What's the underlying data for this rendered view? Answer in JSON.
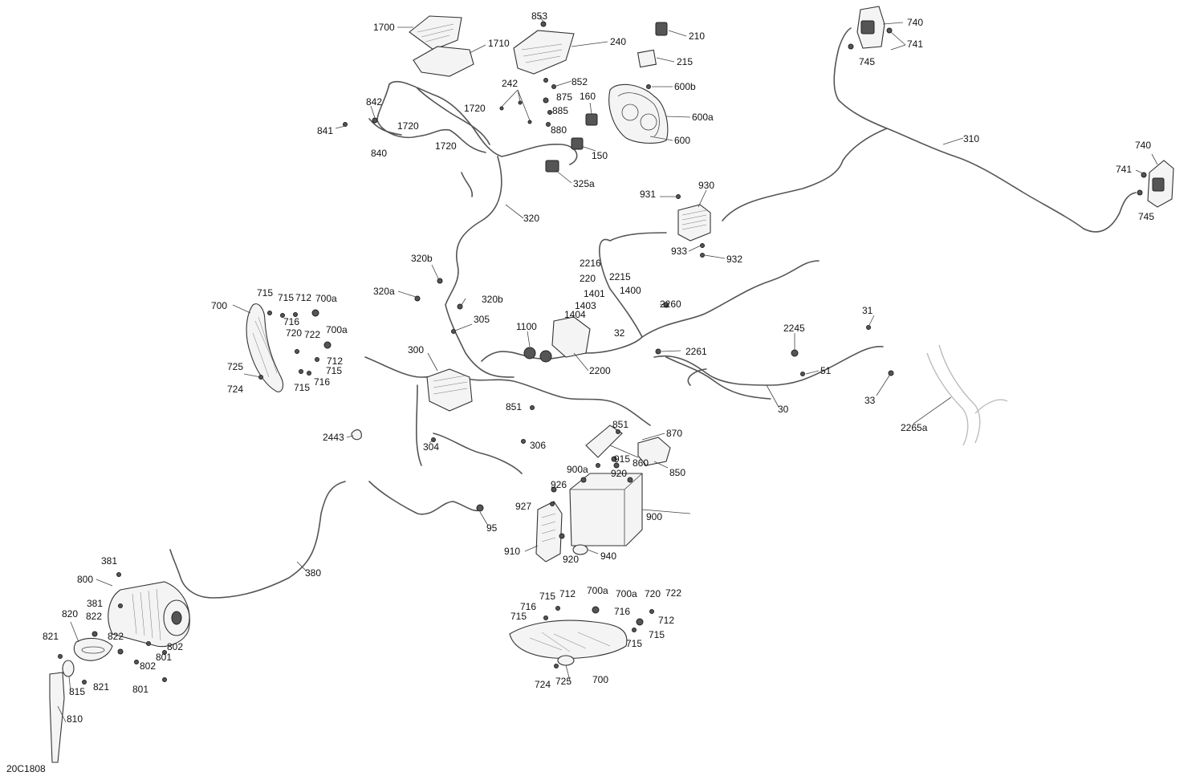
{
  "figure_code": "20C1808",
  "labels": {
    "l1700": "1700",
    "l1710": "1710",
    "l853": "853",
    "l240": "240",
    "l210": "210",
    "l215": "215",
    "l852": "852",
    "l600b": "600b",
    "l242": "242",
    "l875": "875",
    "l885": "885",
    "l880": "880",
    "l160": "160",
    "l150": "150",
    "l600a": "600a",
    "l600": "600",
    "l842": "842",
    "l841": "841",
    "l840": "840",
    "l1720a": "1720",
    "l1720b": "1720",
    "l1720c": "1720",
    "l325a": "325a",
    "l320": "320",
    "l320b_1": "320b",
    "l320a": "320a",
    "l320b_2": "320b",
    "l305": "305",
    "l740a": "740",
    "l741a": "741",
    "l745a": "745",
    "l310": "310",
    "l740b": "740",
    "l741b": "741",
    "l745b": "745",
    "l931": "931",
    "l930": "930",
    "l933": "933",
    "l932": "932",
    "l2216": "2216",
    "l220": "220",
    "l2215": "2215",
    "l1400": "1400",
    "l1401": "1401",
    "l1403": "1403",
    "l1404": "1404",
    "l2260": "2260",
    "l31": "31",
    "l2245": "2245",
    "l32": "32",
    "l2261": "2261",
    "l51": "51",
    "l33": "33",
    "l30": "30",
    "l2265a": "2265a",
    "l1100": "1100",
    "l300": "300",
    "l2200": "2200",
    "l851a": "851",
    "l851b": "851",
    "l870": "870",
    "l860": "860",
    "l850": "850",
    "l2443": "2443",
    "l304": "304",
    "l306": "306",
    "l900a": "900a",
    "l915": "915",
    "l920a": "920",
    "l926": "926",
    "l927": "927",
    "l900": "900",
    "l910": "910",
    "l920b": "920",
    "l940": "940",
    "l95": "95",
    "l380": "380",
    "l381a": "381",
    "l800": "800",
    "l381b": "381",
    "l820": "820",
    "l822a": "822",
    "l821a": "821",
    "l822b": "822",
    "l802a": "802",
    "l801a": "801",
    "l802b": "802",
    "l801b": "801",
    "l815": "815",
    "l821b": "821",
    "l810": "810",
    "l700L": "700",
    "l715L1": "715",
    "l715L2": "715",
    "l712L1": "712",
    "l700aL1": "700a",
    "l716L1": "716",
    "l720L": "720",
    "l722L": "722",
    "l700aL2": "700a",
    "l725L": "725",
    "l724L": "724",
    "l712L2": "712",
    "l715L3": "715",
    "l715L4": "715",
    "l716L2": "716",
    "l715R1": "715",
    "l712R1": "712",
    "l700aR1": "700a",
    "l700aR2": "700a",
    "l720R": "720",
    "l722R": "722",
    "l716R1": "716",
    "l715R2": "715",
    "l716R2": "716",
    "l712R2": "712",
    "l715R3": "715",
    "l715R4": "715",
    "l724R": "724",
    "l725R": "725",
    "l700R": "700"
  }
}
